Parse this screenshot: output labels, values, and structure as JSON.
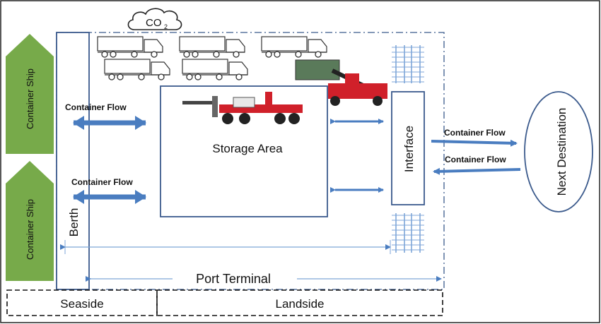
{
  "cloud_label": "CO",
  "cloud_subscript": "2",
  "ship_label": "Container Ship",
  "berth_label": "Berth",
  "storage_label": "Storage Area",
  "interface_label": "Interface",
  "next_destination_label": "Next Destination",
  "flow_label": "Container Flow",
  "port_terminal_label": "Port Terminal",
  "seaside_label": "Seaside",
  "landside_label": "Landside",
  "colors": {
    "ship": "#77aa4a",
    "flow_arrow": "#4a7dc0",
    "box_stroke": "#3b5a8c",
    "rail": "#7ea6d8",
    "vehicle_red": "#d0202a"
  }
}
